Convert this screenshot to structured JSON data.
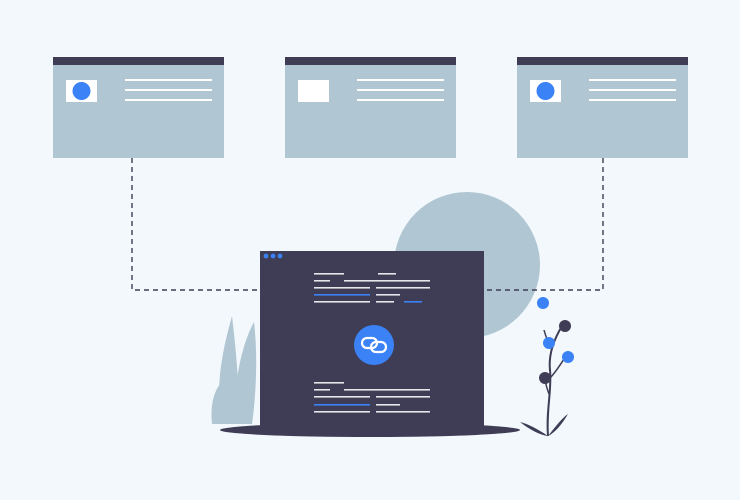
{
  "colors": {
    "background": "#f2f8fb",
    "card_body": "#b0c7d3",
    "card_header": "#3f3d56",
    "card_line": "#ffffff",
    "accent_blue": "#3b82f6",
    "laptop_screen": "#3f3d56",
    "code_line": "#e5e7eb",
    "code_highlight": "#3b82f6",
    "connector": "#3f3d56",
    "decor_circle": "#b0c7d3",
    "plant_leaf": "#b0c7d3",
    "plant_stem": "#3f3d56",
    "flower_dark": "#3f3d56"
  },
  "cards": [
    {
      "thumb": "circle-avatar"
    },
    {
      "thumb": "blank-square"
    },
    {
      "thumb": "circle-avatar"
    }
  ],
  "laptop": {
    "window_dots": 3,
    "center_icon": "link-icon"
  }
}
